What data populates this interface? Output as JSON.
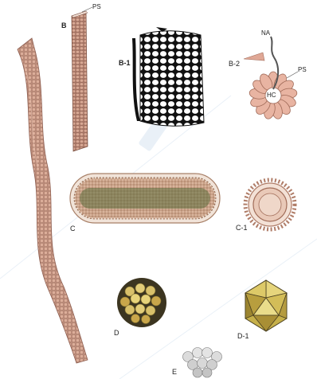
{
  "labels": {
    "B": "B",
    "PS_top": "PS",
    "B1": "B-1",
    "B2": "B-2",
    "NA": "NA",
    "PS_b2": "PS",
    "HC": "HC",
    "C": "C",
    "C1": "C-1",
    "D": "D",
    "D1": "D-1",
    "E": "E"
  },
  "colors": {
    "capsomere": "#d9a896",
    "capsomere_dark": "#b57a68",
    "core_pink": "#e8b4a2",
    "gold": "#c9a64a",
    "gold_light": "#e7d37a",
    "grey": "#c8c8c8",
    "watermark": "#dbe7f3"
  },
  "panels": [
    {
      "id": "A",
      "name": "long-flexible-helical-virus"
    },
    {
      "id": "B",
      "name": "rigid-helical-rod"
    },
    {
      "id": "B-1",
      "name": "rod-surface-capsomeres"
    },
    {
      "id": "B-2",
      "name": "rod-cross-section"
    },
    {
      "id": "C",
      "name": "enveloped-bacilliform-virion"
    },
    {
      "id": "C-1",
      "name": "enveloped-cross-section"
    },
    {
      "id": "D",
      "name": "icosahedral-capsomere-model"
    },
    {
      "id": "D-1",
      "name": "icosahedron-solid"
    },
    {
      "id": "E",
      "name": "geminate-particle"
    }
  ]
}
